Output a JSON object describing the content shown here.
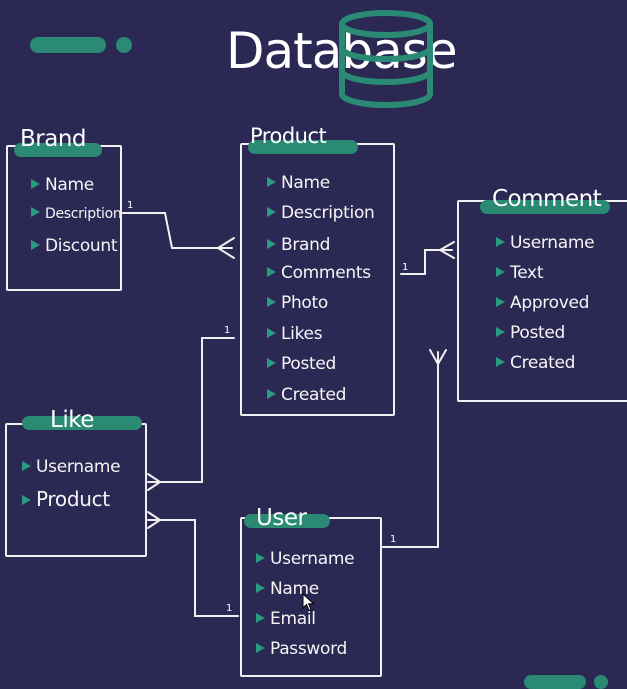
{
  "title": "Database",
  "brand": {
    "name": "Brand",
    "fields": [
      "Name",
      "Description",
      "Discount"
    ]
  },
  "product": {
    "name": "Product",
    "fields": [
      "Name",
      "Description",
      "Brand",
      "Comments",
      "Photo",
      "Likes",
      "Posted",
      "Created"
    ]
  },
  "comment": {
    "name": "Comment",
    "fields": [
      "Username",
      "Text",
      "Approved",
      "Posted",
      "Created"
    ]
  },
  "like": {
    "name": "Like",
    "fields": [
      "Username",
      "Product"
    ]
  },
  "user": {
    "name": "User",
    "fields": [
      "Username",
      "Name",
      "Email",
      "Password"
    ]
  },
  "cardinality": {
    "one": "1"
  },
  "colors": {
    "background": "#2b2853",
    "accent": "#2a8a73",
    "line": "#f0f0f0"
  }
}
